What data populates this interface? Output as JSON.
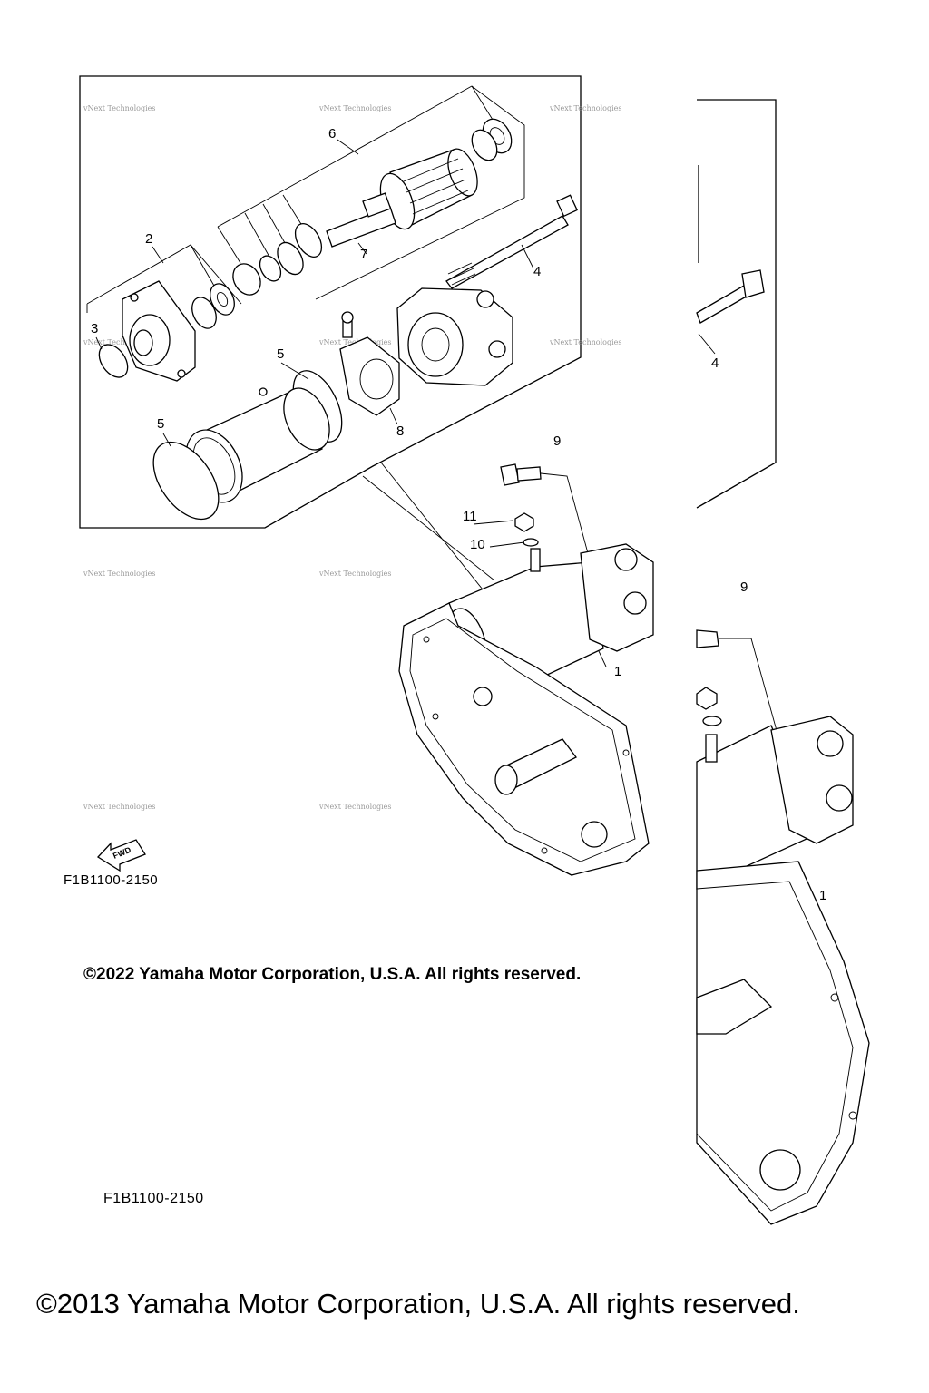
{
  "watermark": "vNext Technologies",
  "callouts": {
    "c1": "1",
    "c2": "2",
    "c3": "3",
    "c4": "4",
    "c5": "5",
    "c6": "6",
    "c7": "7",
    "c8": "8",
    "c9": "9",
    "c10": "10",
    "c11": "11"
  },
  "fwd_label": "FWD",
  "diagram_code": "F1B1100-2150",
  "copyright_2022": "©2022 Yamaha Motor Corporation, U.S.A. All rights reserved.",
  "copyright_2013": "©2013 Yamaha Motor Corporation, U.S.A. All rights reserved."
}
